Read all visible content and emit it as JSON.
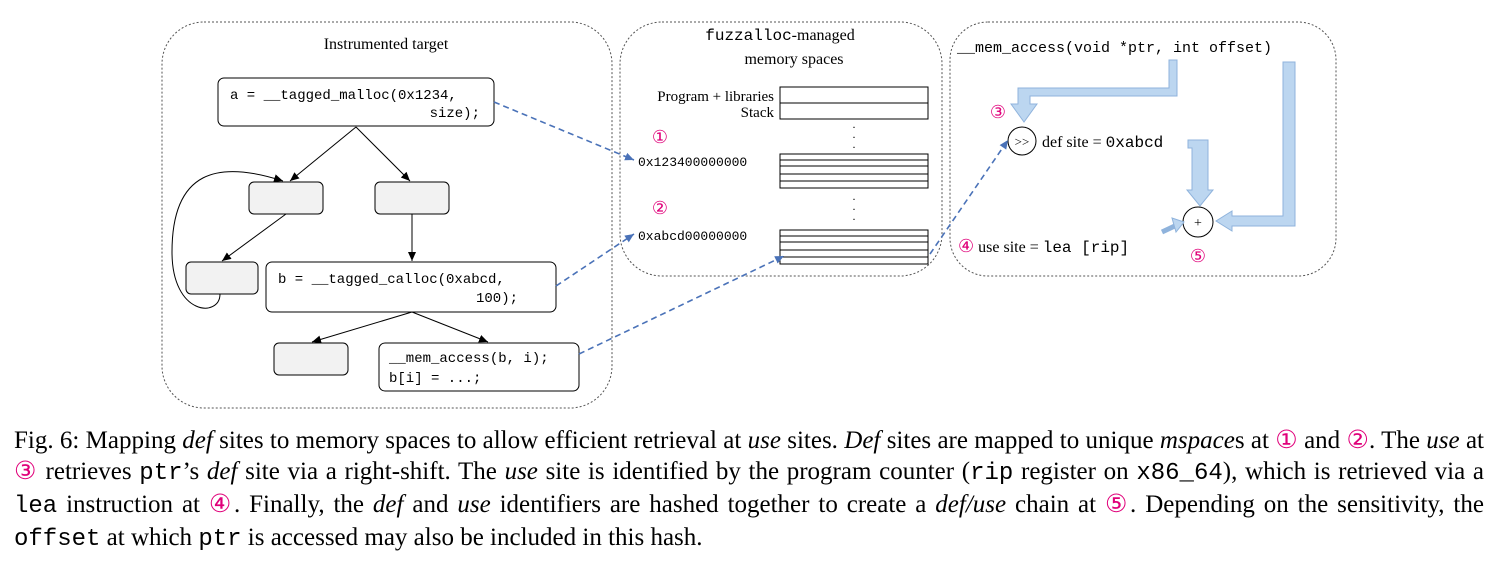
{
  "panels": {
    "target": {
      "title": "Instrumented target",
      "malloc_line1": "a = __tagged_malloc(0x1234,",
      "malloc_line2": "size);",
      "calloc_line1": "b = __tagged_calloc(0xabcd,",
      "calloc_line2": "100);",
      "access_line1": "__mem_access(b, i);",
      "access_line2": "b[i] = ...;"
    },
    "memory": {
      "title_code": "fuzzalloc",
      "title_rest": "-managed",
      "title_line2": "memory spaces",
      "program_label": "Program + libraries",
      "stack_label": "Stack",
      "addr1": "0x123400000000",
      "addr2": "0xabcd00000000",
      "marker1": "①",
      "marker2": "②",
      "dots": "."
    },
    "access": {
      "signature": "__mem_access(void *ptr, int offset)",
      "marker3": "③",
      "shift_symbol": ">>",
      "def_label": "def site = ",
      "def_value": "0xabcd",
      "marker4": "④",
      "use_label": " use site = ",
      "use_value": "lea [rip]",
      "plus": "+",
      "marker5": "⑤"
    }
  },
  "caption": {
    "fig": "Fig. 6: Mapping ",
    "def1": "def",
    "t1": " sites to memory spaces to allow efficient retrieval at ",
    "use1": "use",
    "t2": " sites. ",
    "def2": "Def",
    "t3": " sites are mapped to unique ",
    "mspace": "mspace",
    "t4": "s at ",
    "c1": "①",
    "t5": " and ",
    "c2": "②",
    "t6": ". The ",
    "use2": "use",
    "t7": " at ",
    "c3": "③",
    "t8": " retrieves ",
    "ptr1": "ptr",
    "t9": "’s ",
    "def3": "def",
    "t10": " site via a right-shift. The ",
    "use3": "use",
    "t11": " site is identified by the program counter (",
    "rip": "rip",
    "t12": " register on ",
    "x86": "x86_64",
    "t13": "), which is retrieved via a ",
    "lea": "lea",
    "t14": " instruction at ",
    "c4": "④",
    "t15": ". Finally, the ",
    "def4": "def",
    "t16": " and ",
    "use4": "use",
    "t17": " identifiers are hashed together to create a ",
    "defuse": "def/use",
    "t18": " chain at ",
    "c5": "⑤",
    "t19": ". Depending on the sensitivity, the ",
    "offset": "offset",
    "t20": " at which ",
    "ptr2": "ptr",
    "t21": " is accessed may also be included in this hash."
  },
  "colors": {
    "dashed_arrow": "#4a72b8",
    "thick_arrow": "#bcd6f0",
    "thick_arrow_edge": "#8fb3dc",
    "marker": "#e0007a",
    "node_fill": "#f2f2f2"
  }
}
